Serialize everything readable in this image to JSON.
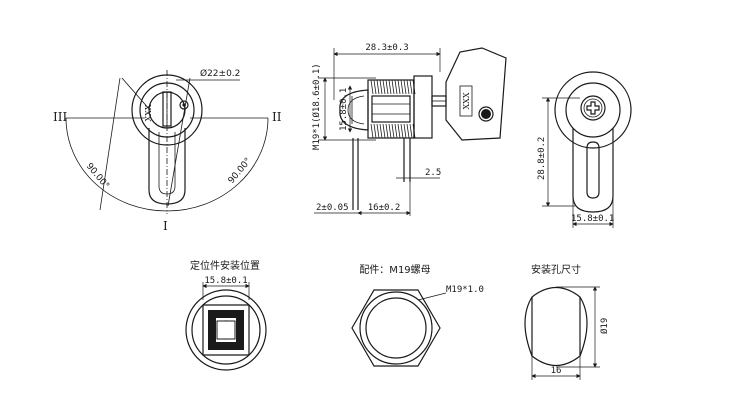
{
  "front_view": {
    "diameter": "Ø22±0.2",
    "pos_left": "III",
    "pos_right": "II",
    "pos_bottom": "I",
    "angle_left": "90.00°",
    "angle_right": "90.00°",
    "face_mark": "XXX"
  },
  "side_view": {
    "overall_length": "28.3±0.3",
    "thread_label": "M19*1(Ø18.6±0.1)",
    "thread_length": "15.8±0.1",
    "cam_gap": "2.5",
    "cam_thickness": "2±0.05",
    "cam_length": "16±0.2",
    "key_mark": "XXX"
  },
  "back_view": {
    "height": "28.8±0.2",
    "width": "15.8±0.1"
  },
  "positioning_view": {
    "caption": "定位件安装位置",
    "width": "15.8±0.1"
  },
  "nut_view": {
    "caption": "配件：M19螺母",
    "thread": "M19*1.0"
  },
  "cutout_view": {
    "caption": "安装孔尺寸",
    "height": "Ø19",
    "width": "16"
  }
}
